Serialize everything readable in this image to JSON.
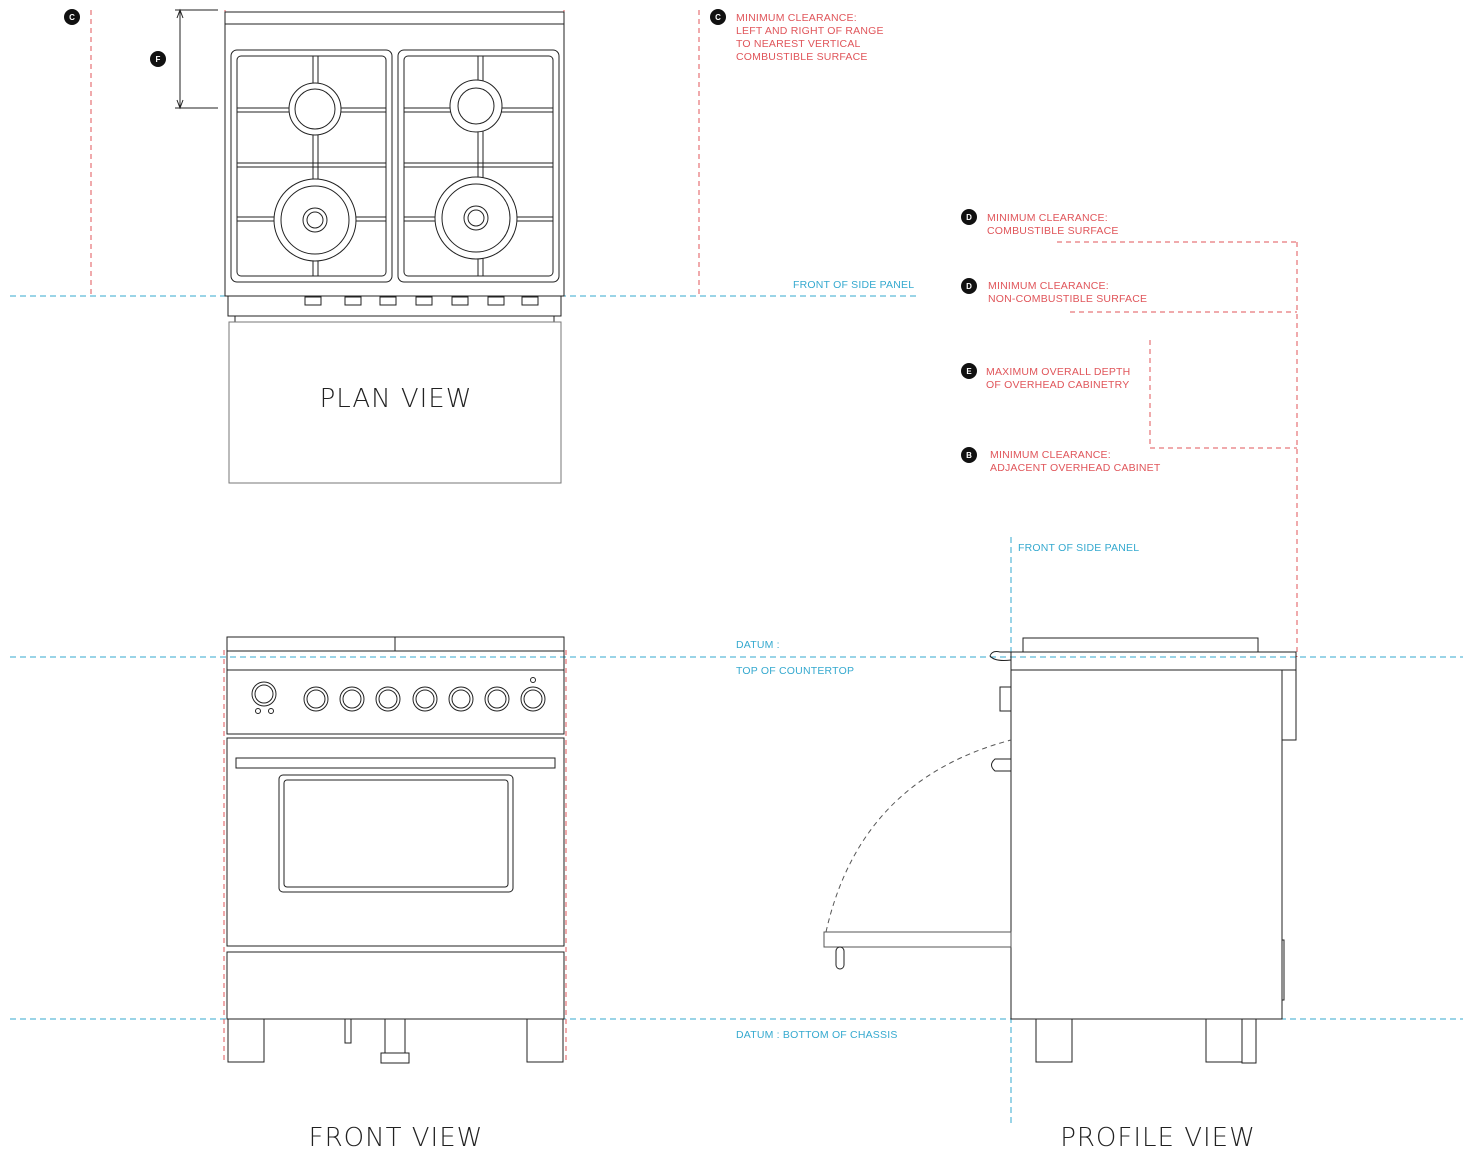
{
  "colors": {
    "clearance": "#e0555a",
    "datum": "#35a9cf",
    "line": "#222222"
  },
  "views": {
    "plan": "PLAN VIEW",
    "front": "FRONT VIEW",
    "profile": "PROFILE VIEW"
  },
  "badges": {
    "b": "B",
    "c": "C",
    "d": "D",
    "e": "E",
    "f": "F"
  },
  "notes": {
    "c": [
      "MINIMUM CLEARANCE:",
      "LEFT AND RIGHT OF RANGE",
      "TO NEAREST VERTICAL",
      "COMBUSTIBLE SURFACE"
    ],
    "d_combustible": [
      "MINIMUM CLEARANCE:",
      "COMBUSTIBLE SURFACE"
    ],
    "d_noncombustible": [
      "MINIMUM CLEARANCE:",
      "NON-COMBUSTIBLE SURFACE"
    ],
    "e": [
      "MAXIMUM OVERALL DEPTH",
      "OF OVERHEAD CABINETRY"
    ],
    "b": [
      "MINIMUM CLEARANCE:",
      "ADJACENT OVERHEAD CABINET"
    ]
  },
  "datums": {
    "front_of_side_panel": "FRONT OF SIDE PANEL",
    "top_line1": "DATUM :",
    "top_line2": "TOP OF COUNTERTOP",
    "bottom": "DATUM : BOTTOM OF CHASSIS"
  }
}
